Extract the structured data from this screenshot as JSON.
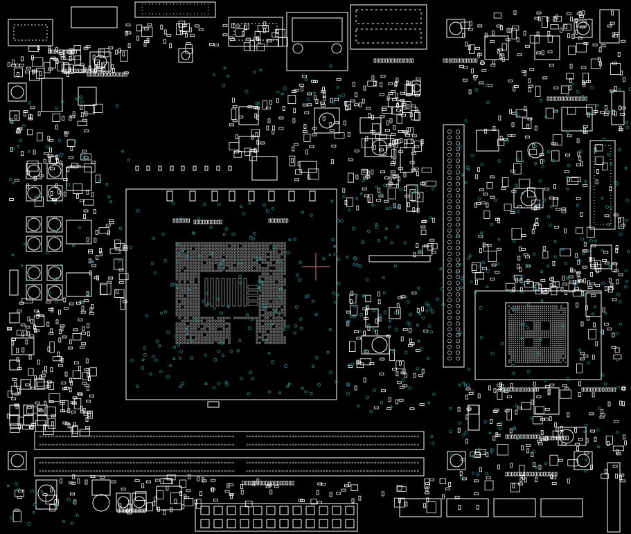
{
  "viewer": {
    "background_color": "#000000",
    "outline_color": "#ffffff",
    "via_color": "#2a8f8f",
    "cursor_color": "#b06070"
  },
  "board": {
    "layer": "silkscreen-outline",
    "components": {
      "cpu_socket": "cpu-socket",
      "chipset": "chipset-bga",
      "dimm_slots": 2,
      "io_header": "vertical-pin-header",
      "mosfet_pads": 24
    }
  }
}
